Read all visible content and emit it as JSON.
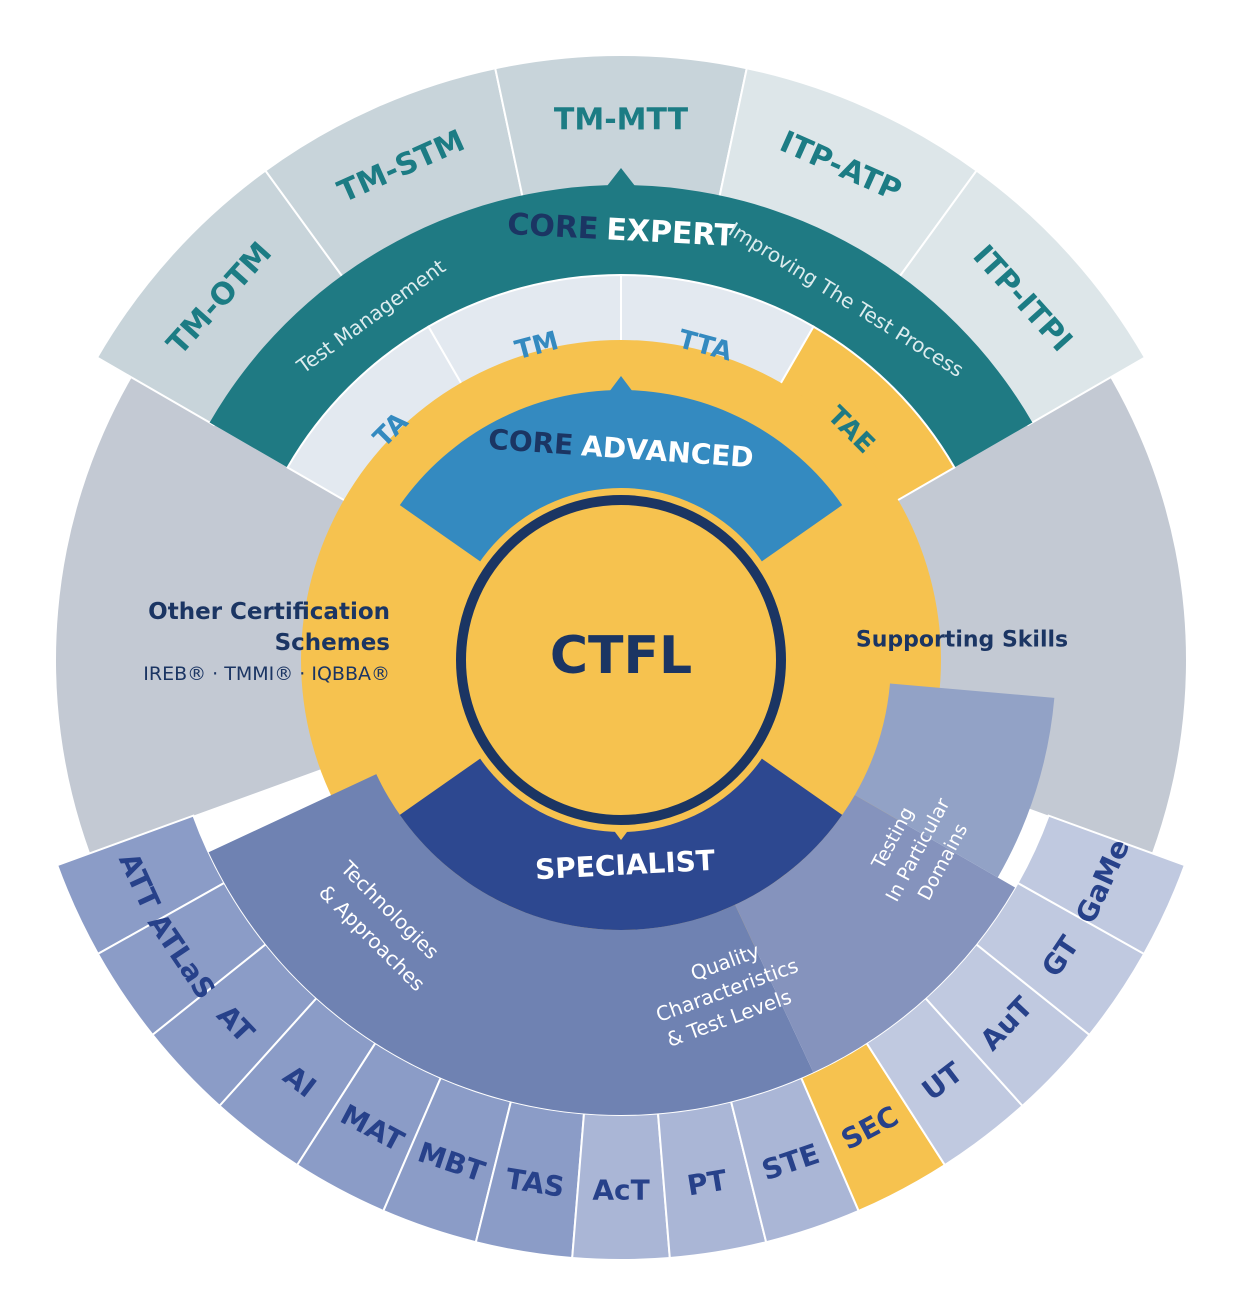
{
  "center": {
    "label": "CTFL"
  },
  "core_expert": {
    "prefix": "CORE",
    "title": "EXPERT",
    "left_caption": "Test Management",
    "right_caption": "Improving The Test Process",
    "modules": [
      "TM-OTM",
      "TM-STM",
      "TM-MTT",
      "ITP-ATP",
      "ITP-ITPI"
    ]
  },
  "core_advanced": {
    "prefix": "CORE",
    "title": "ADVANCED",
    "modules": [
      "TA",
      "TM",
      "TTA",
      "TAE"
    ]
  },
  "other_schemes": {
    "title_line1": "Other Certification",
    "title_line2": "Schemes",
    "list": "IREB® · TMMI® · IQBBA®"
  },
  "supporting_skills": {
    "label": "Supporting Skills"
  },
  "specialist": {
    "title": "SPECIALIST",
    "groups": [
      {
        "lines": [
          "Technologies",
          "& Approaches"
        ]
      },
      {
        "lines": [
          "Quality",
          "Characteristics",
          "& Test Levels"
        ]
      },
      {
        "lines": [
          "Testing",
          "In Particular",
          "Domains"
        ]
      }
    ],
    "modules": [
      "ATT",
      "ATLaS",
      "AT",
      "AI",
      "MAT",
      "MBT",
      "TAS",
      "AcT",
      "PT",
      "STE",
      "SEC",
      "UT",
      "AuT",
      "GT",
      "GaMe"
    ]
  },
  "colors": {
    "expert_outer": "#c8d4da",
    "expert_outer_light": "#dde6e9",
    "expert_band": "#1f7a83",
    "advanced_tiles": "#e3e9f0",
    "advanced_band": "#348ac0",
    "yellow": "#f6c24f",
    "navy": "#1b3563",
    "grey_ring": "#c3c9d3",
    "specialist_band": "#2d4890",
    "tech_group": "#6f82b2",
    "quality_group": "#8593bd",
    "domains_group": "#92a2c6",
    "spec_tiles": "#8b9cc7",
    "spec_tiles_light": "#aab6d6",
    "domain_tiles": "#c0c9e0",
    "teal_text": "#1c7c84",
    "blue_text": "#348ac0",
    "dark_blue_text": "#27418a"
  }
}
